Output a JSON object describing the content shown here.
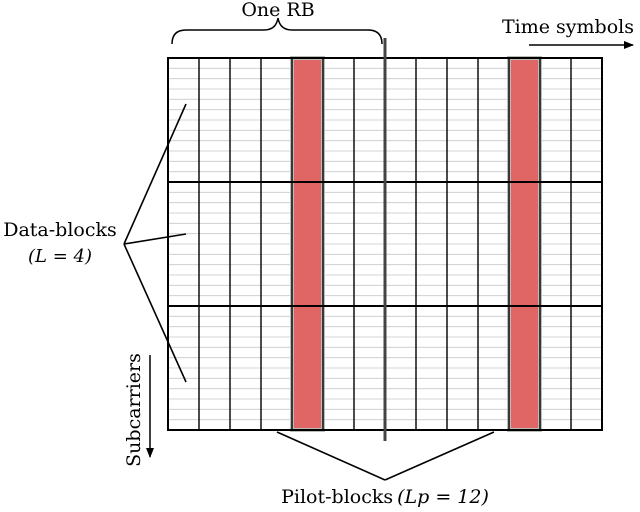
{
  "labels": {
    "one_rb": "One RB",
    "time_symbols": "Time symbols",
    "subcarriers": "Subcarriers",
    "data_blocks": "Data-blocks",
    "data_blocks_param": "(L = 4)",
    "pilot_blocks": "Pilot-blocks",
    "pilot_blocks_param": "(Lp = 12)"
  },
  "grid": {
    "time_symbol_columns": 14,
    "subcarrier_rows": 36,
    "row_groups": 3,
    "pilot_columns": [
      4,
      11
    ]
  },
  "colors": {
    "pilot_fill": "#e06666",
    "grid_line": "#000000",
    "minor_line": "#c8c8c8",
    "pilot_border": "#bbbbbb"
  }
}
